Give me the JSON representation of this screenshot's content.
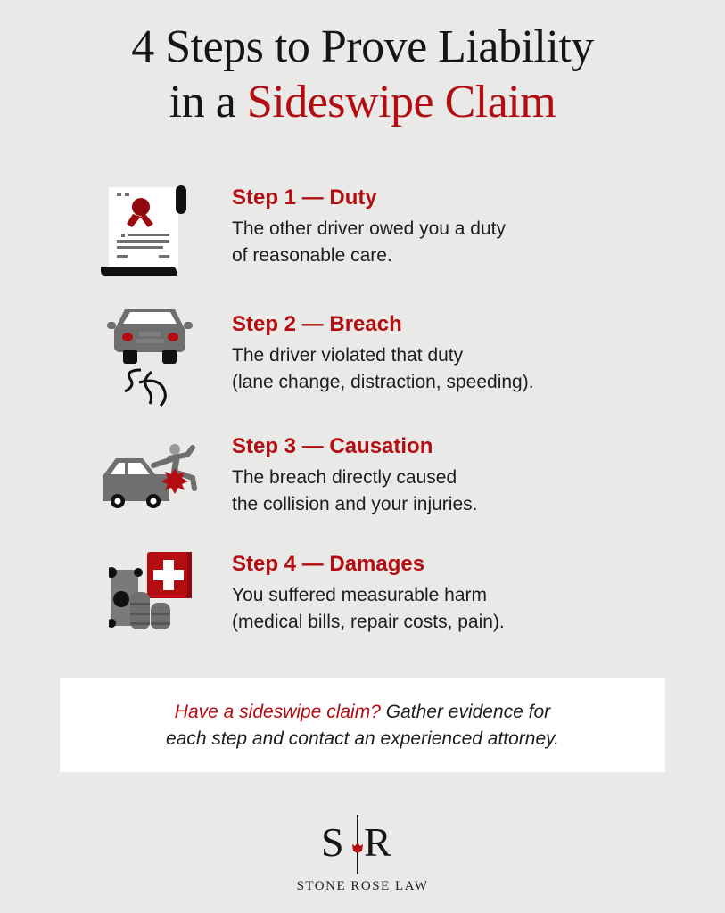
{
  "title": {
    "line1": "4 Steps to Prove Liability",
    "line2_prefix": "in a ",
    "line2_accent": "Sideswipe Claim"
  },
  "colors": {
    "background": "#e9e9e7",
    "accent": "#b30d12",
    "text": "#1a1a1a",
    "icon_gray": "#6f6f6f"
  },
  "steps": [
    {
      "heading": "Step 1 — Duty",
      "desc_line1": "The other driver owed you a duty",
      "desc_line2": "of reasonable care.",
      "icon": "certificate-scroll-icon"
    },
    {
      "heading": "Step 2 — Breach",
      "desc_line1": "The driver violated that duty",
      "desc_line2": "(lane change, distraction, speeding).",
      "icon": "skidding-car-icon"
    },
    {
      "heading": "Step 3 — Causation",
      "desc_line1": "The breach directly caused",
      "desc_line2": "the collision and your injuries.",
      "icon": "car-hits-pedestrian-icon"
    },
    {
      "heading": "Step 4 — Damages",
      "desc_line1": "You suffered measurable harm",
      "desc_line2": "(medical bills, repair costs, pain).",
      "icon": "money-medical-icon"
    }
  ],
  "cta": {
    "accent": "Have a sideswipe claim?",
    "line1_rest": " Gather evidence for",
    "line2": "each step and contact an experienced attorney."
  },
  "logo": {
    "left_letter": "S",
    "right_letter": "R",
    "brand": "STONE ROSE LAW"
  }
}
